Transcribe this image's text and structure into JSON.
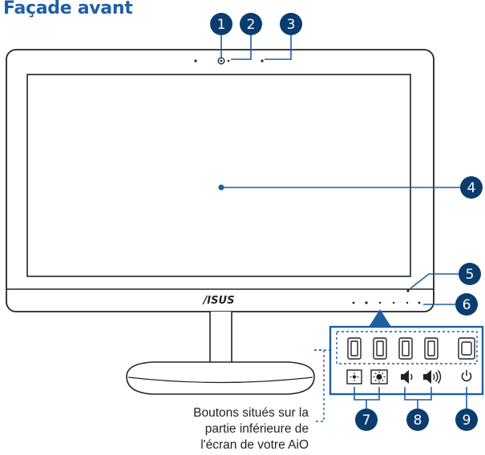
{
  "page": {
    "title": "Façade avant"
  },
  "monitor": {
    "logo_text": "/ISUS"
  },
  "callouts": [
    {
      "num": "1"
    },
    {
      "num": "2"
    },
    {
      "num": "3"
    },
    {
      "num": "4"
    },
    {
      "num": "5"
    },
    {
      "num": "6"
    },
    {
      "num": "7"
    },
    {
      "num": "8"
    },
    {
      "num": "9"
    }
  ],
  "caption": {
    "line1": "Boutons situés sur la",
    "line2": "partie inférieure de",
    "line3": "l'écran de votre AiO"
  },
  "colors": {
    "accent": "#1f5fa3",
    "badge": "#0b3c6f",
    "outline": "#222222"
  },
  "icons": {
    "brightness_down": "brightness-low-icon",
    "brightness_up": "brightness-high-icon",
    "volume_down": "volume-down-icon",
    "volume_up": "volume-up-icon",
    "power": "power-icon"
  }
}
